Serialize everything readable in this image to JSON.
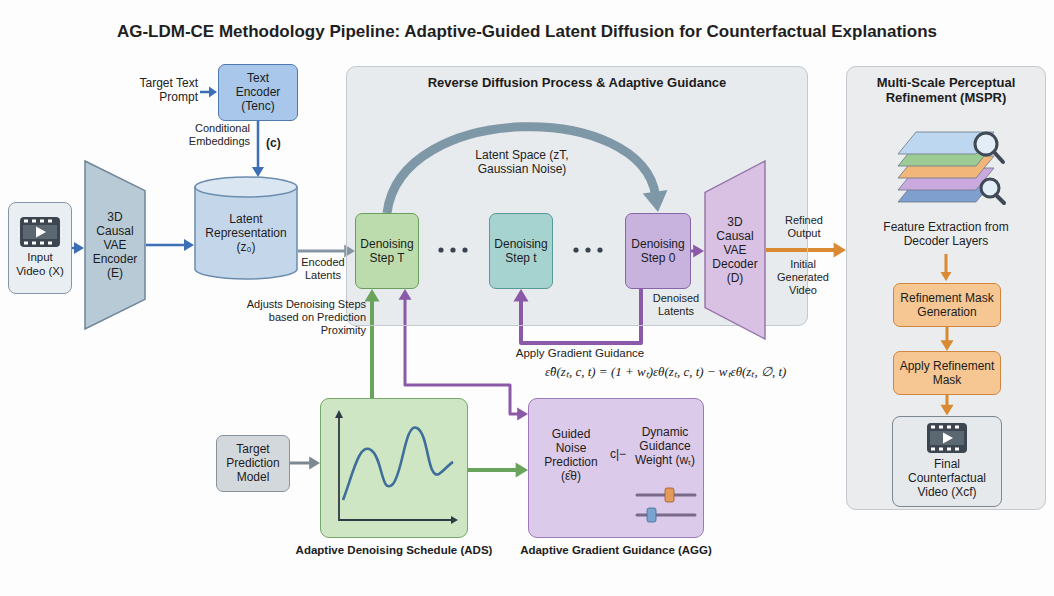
{
  "diagram": {
    "title": "AG-LDM-CE Methodology Pipeline: Adaptive-Guided Latent Diffusion for Counterfactual Explanations",
    "nodes": [
      {
        "text": [
          "Input Video (X)"
        ]
      },
      {
        "text": [
          "3D Causal VAE Encoder (E)"
        ]
      },
      {
        "text": [
          "Text Encoder (Tenc)"
        ]
      },
      {
        "text": [
          "Latent Representation (z₀)"
        ]
      },
      {
        "text": [
          "Reverse Diffusion Process & Adaptive Guidance"
        ]
      },
      {
        "text": [
          "Denoising Step T"
        ],
        "in": 4
      },
      {
        "text": [
          "Denoising Step t"
        ],
        "in": 4
      },
      {
        "text": [
          "Denoising Step 0"
        ],
        "in": 4
      },
      {
        "text": [
          "3D Causal VAE Decoder (D)"
        ]
      },
      {
        "text": [
          "Multi-Scale Perceptual Refinement (MSPR)"
        ]
      },
      {
        "text": [
          "Refinement Mask Generation"
        ],
        "in": 9
      },
      {
        "text": [
          "Apply Refinement Mask"
        ],
        "in": 9
      },
      {
        "text": [
          "Final Counterfactual Video (Xcf)"
        ],
        "in": 9
      },
      {
        "text": [
          "Target Prediction Model"
        ]
      },
      {
        "text": [
          "Adaptive Denoising Schedule (ADS)"
        ]
      },
      {
        "text": [
          "Adaptive Gradient Guidance (AGG)",
          "Guided Noise Prediction (ε̂θ)",
          "c|−",
          "Dynamic Guidance Weight (wₜ)"
        ]
      }
    ],
    "edges": [
      {
        "from": 0,
        "to": 1,
        "arrow": "to"
      },
      {
        "from": 1,
        "to": 3,
        "arrow": "to"
      },
      {
        "from": 2,
        "to": 3,
        "arrow": "to"
      },
      {
        "from": 3,
        "to": 5,
        "arrow": "to"
      },
      {
        "from": 5,
        "to": 7,
        "arrow": "to"
      },
      {
        "from": 7,
        "to": 6,
        "arrow": "to"
      },
      {
        "from": 7,
        "to": 8,
        "arrow": "to"
      },
      {
        "from": 8,
        "to": 9,
        "arrow": "to"
      },
      {
        "from": 10,
        "to": 11,
        "arrow": "to"
      },
      {
        "from": 11,
        "to": 12,
        "arrow": "to"
      },
      {
        "from": 13,
        "to": 14,
        "arrow": "to"
      },
      {
        "from": 14,
        "to": 5,
        "arrow": "to"
      },
      {
        "from": 14,
        "to": 15,
        "arrow": "to"
      },
      {
        "from": 5,
        "to": 15,
        "arrow": "both"
      }
    ],
    "labels": [
      "Target Text Prompt",
      "Conditional Embeddings",
      "(c)",
      "Encoded Latents",
      "Latent Space (zT, Gaussian Noise)",
      "Apply Gradient Guidance",
      "ε̂θ(zₜ, c, t) = (1 + wₜ)εθ(zₜ, c, t) − wₜεθ(zₜ, ∅, t)",
      "Adjusts Denoising Steps based on Prediction Proximity",
      "Denoised Latents",
      "Refined Output",
      "Initial Generated Video",
      "Feature Extraction from Decoder Layers"
    ]
  }
}
